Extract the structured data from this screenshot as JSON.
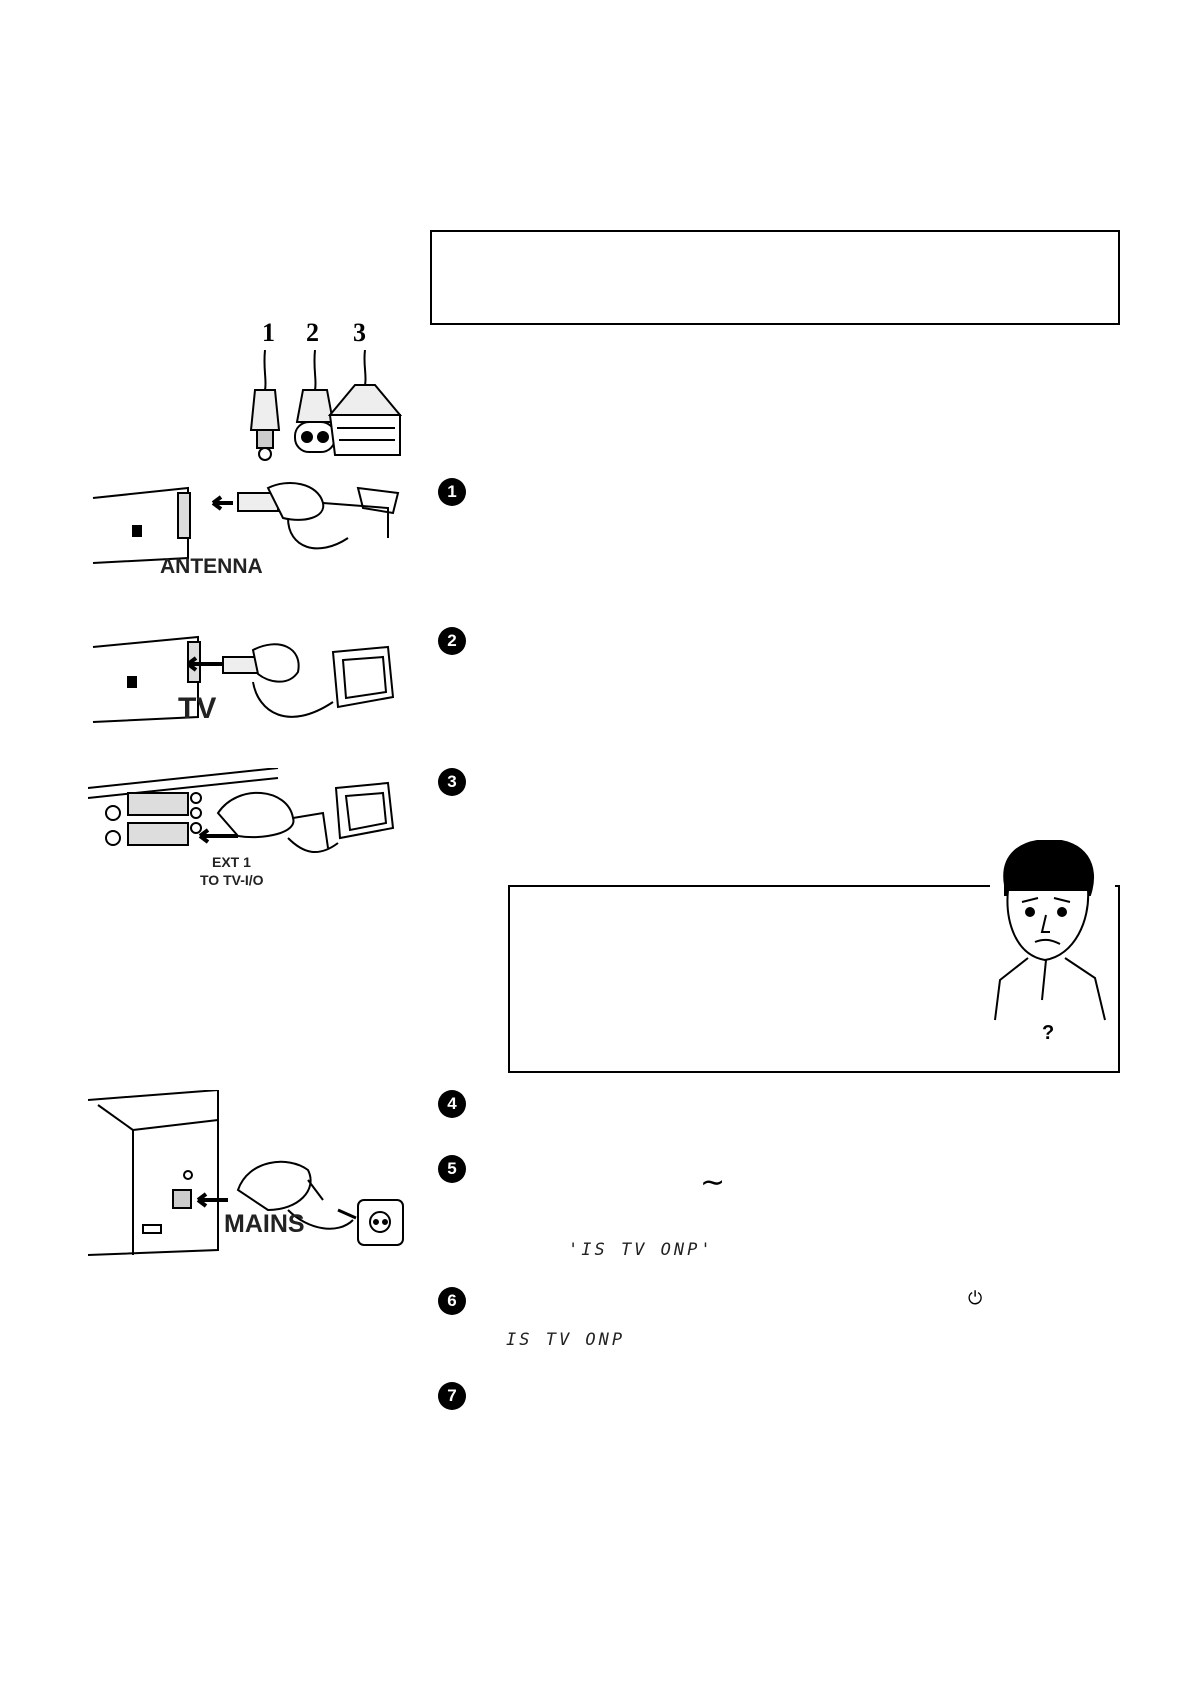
{
  "cable_numbers": [
    "1",
    "2",
    "3"
  ],
  "captions": {
    "antenna": "ANTENNA",
    "tv": "TV",
    "ext1_line1": "EXT 1",
    "ext1_line2": "TO TV-I/O",
    "mains": "MAINS"
  },
  "steps": [
    "1",
    "2",
    "3",
    "4",
    "5",
    "6",
    "7"
  ],
  "display_texts": [
    "'IS TV ONP'",
    "IS TV ONP"
  ],
  "tip_icon_mark": "?",
  "symbols": {
    "ac": "∼",
    "standby": "⏻"
  },
  "icons": [
    "antenna-cable-icon",
    "tv-icon",
    "scart-cable-icon",
    "mains-plug-icon",
    "confused-man-icon"
  ]
}
